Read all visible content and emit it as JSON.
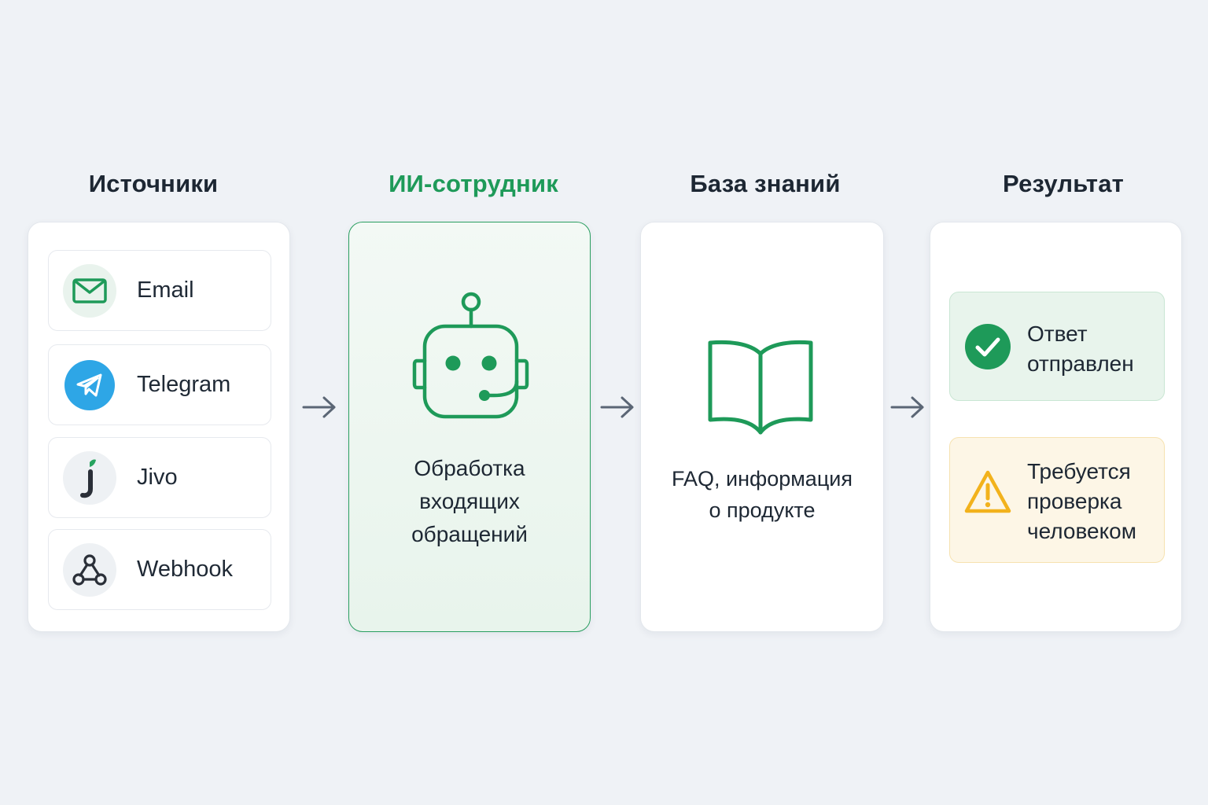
{
  "columns": {
    "sources": {
      "title": "Источники"
    },
    "ai": {
      "title": "ИИ-сотрудник",
      "lines": [
        "Обработка",
        "входящих",
        "обращений"
      ]
    },
    "knowledge": {
      "title": "База знаний",
      "lines": [
        "FAQ, информация",
        "о продукте"
      ]
    },
    "result": {
      "title": "Результат"
    }
  },
  "sources": [
    {
      "label": "Email",
      "icon": "mail-icon"
    },
    {
      "label": "Telegram",
      "icon": "telegram-icon"
    },
    {
      "label": "Jivo",
      "icon": "jivo-icon"
    },
    {
      "label": "Webhook",
      "icon": "webhook-icon"
    }
  ],
  "results": {
    "ok": {
      "lines": [
        "Ответ",
        "отправлен"
      ],
      "icon": "check-circle-icon"
    },
    "warn": {
      "lines": [
        "Требуется",
        "проверка",
        "человеком"
      ],
      "icon": "warning-icon"
    }
  },
  "colors": {
    "accent": "#1e9a59",
    "telegram": "#2ea6e6",
    "warning": "#f2b21c",
    "arrow": "#5b6675"
  }
}
